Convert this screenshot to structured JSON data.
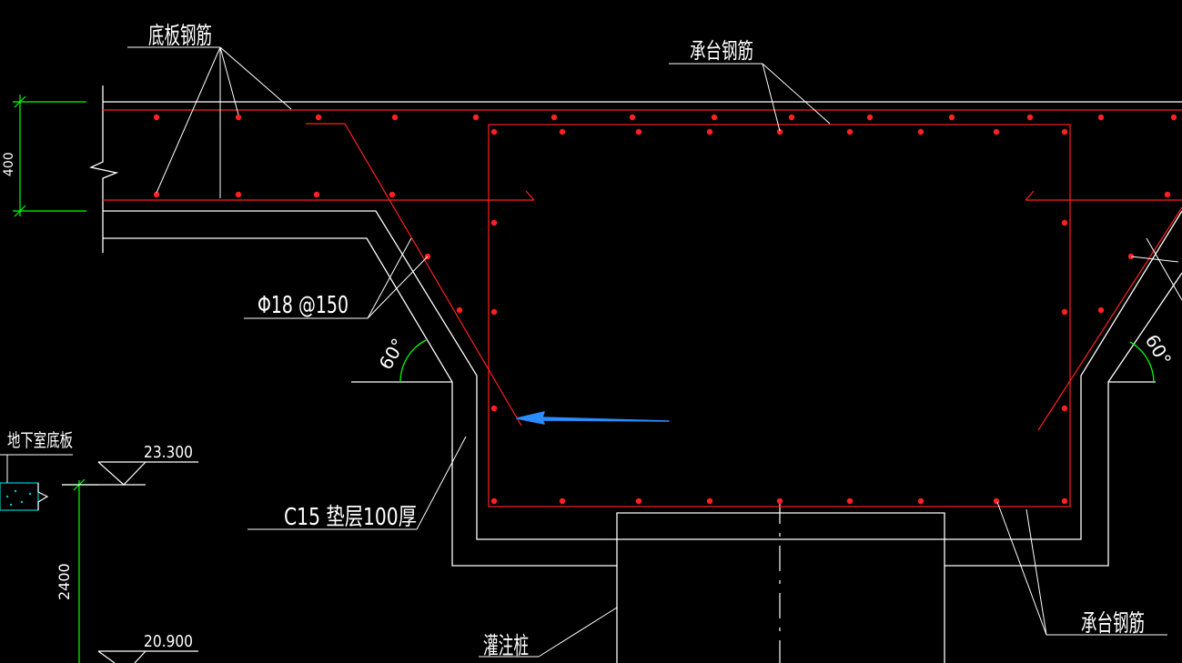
{
  "colors": {
    "background": "#000000",
    "outline": "#ffffff",
    "rebar": "#ff2020",
    "dimension": "#00ff00",
    "arrow": "#2b8cff",
    "hatch": "#00cccc"
  },
  "labels": {
    "bottom_slab_rebar": "底板钢筋",
    "cap_rebar_top": "承台钢筋",
    "cap_rebar_bottom": "承台钢筋",
    "bar_spec": "Φ18 @150",
    "angle_left": "60°",
    "angle_right": "60°",
    "basement_slab": "地下室底板",
    "cushion": "C15  垫层100厚",
    "bored_pile": "灌注桩"
  },
  "dimensions": {
    "slab_thickness": "400",
    "elevation_top": "23.300",
    "elevation_bottom": "20.900",
    "height_span": "2400"
  },
  "icons": {
    "elevation_marker": "elevation-triangle-icon",
    "break_line": "break-line-icon",
    "pointer": "arrow-icon"
  }
}
